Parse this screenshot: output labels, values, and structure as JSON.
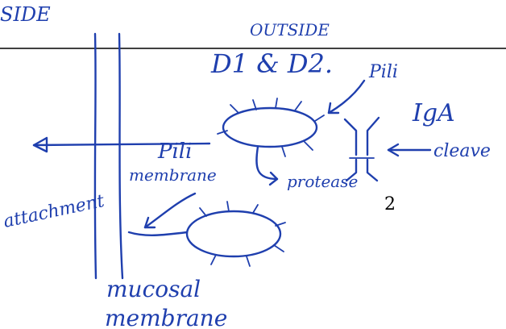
{
  "labels": {
    "inside": "SIDE",
    "outside": "OUTSIDE",
    "d1d2": "D1 & D2.",
    "pili_top": "Pili",
    "iga": "IgA",
    "cleave": "cleave",
    "protease": "protease",
    "pili_left": "Pili",
    "membrane": "membrane",
    "attachment": "attachment",
    "mucosal": "mucosal",
    "membrane_bottom": "membrane",
    "page_number": "2"
  },
  "colors": {
    "ink": "#1f3fae",
    "print": "#000000"
  }
}
